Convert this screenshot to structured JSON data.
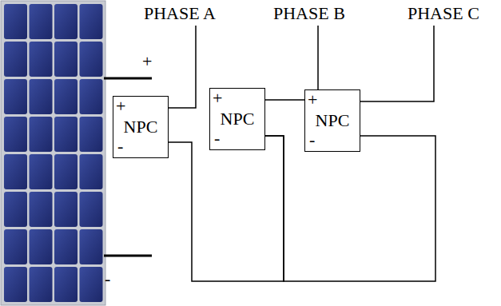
{
  "diagram": {
    "nodes": [
      {
        "text": [
          "NPC"
        ]
      },
      {
        "text": [
          "NPC"
        ]
      },
      {
        "text": [
          "NPC"
        ]
      }
    ],
    "edges": [
      {
        "from": 0,
        "to": 1,
        "arrow": "none"
      },
      {
        "from": 1,
        "to": 2,
        "arrow": "none"
      }
    ],
    "labels": [
      "PHASE A",
      "PHASE B",
      "PHASE C",
      "+",
      "+",
      "-",
      "+",
      "-",
      "+",
      "-",
      "-"
    ]
  }
}
